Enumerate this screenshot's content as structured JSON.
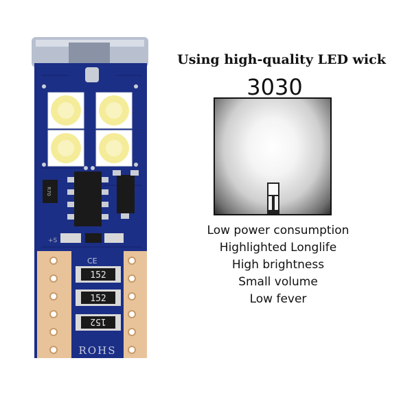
{
  "header": {
    "title": "Using high-quality LED wick",
    "model": "3030"
  },
  "features": [
    "Low power consumption",
    "Highlighted Longlife",
    "High brightness",
    "Small volume",
    "Low fever"
  ],
  "product": {
    "resistor_labels": [
      "152",
      "152",
      "152"
    ],
    "transistor_label": "R70",
    "marking_bottom": "ROHS",
    "marking_small": "+S"
  },
  "colors": {
    "pcb_blue": "#1c2f86",
    "pcb_dark": "#0f1c5a",
    "copper": "#e8c39a",
    "led_yellow": "#f5ec9a"
  }
}
